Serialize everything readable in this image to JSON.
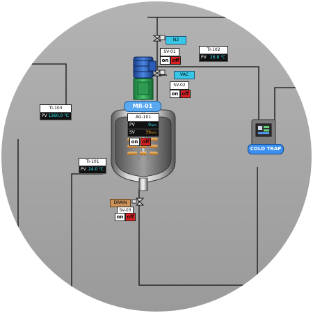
{
  "colors": {
    "background": "#a6a6a6",
    "pipe": "#111111",
    "gas_label": "#37c6e4",
    "drain_label": "#c8925a",
    "vessel_label": "#5aa9f0",
    "cold_trap_label": "#3b8ff0",
    "pv_value": "#2fe3f2",
    "off_button": "#e21f1f"
  },
  "reactor": {
    "name": "MR-01",
    "agitator": {
      "tag": "AG-101",
      "pv_key": "PV",
      "pv_value": "0",
      "pv_unit": "rpm",
      "sv_key": "SV",
      "sv_value": "39",
      "sv_unit": "rpm",
      "on_label": "on",
      "off_label": "off"
    }
  },
  "gas_lines": {
    "n2": {
      "label": "N2",
      "valve": "SV-01",
      "on_label": "on",
      "off_label": "off"
    },
    "vac": {
      "label": "VAC",
      "valve": "SV-02",
      "on_label": "on",
      "off_label": "off"
    }
  },
  "drain": {
    "label": "DRAIN",
    "valve": "SV-03",
    "on_label": "on",
    "off_label": "off"
  },
  "sensors": {
    "ti102": {
      "tag": "TI-102",
      "key": "PV",
      "value": "26.8",
      "unit": "℃"
    },
    "ti103": {
      "tag": "TI-103",
      "key": "PV",
      "value": "1360.0",
      "unit": "℃"
    },
    "ti101": {
      "tag": "TI-101",
      "key": "PV",
      "value": "24.0",
      "unit": "℃"
    }
  },
  "cold_trap": {
    "label": "COLD TRAP"
  }
}
